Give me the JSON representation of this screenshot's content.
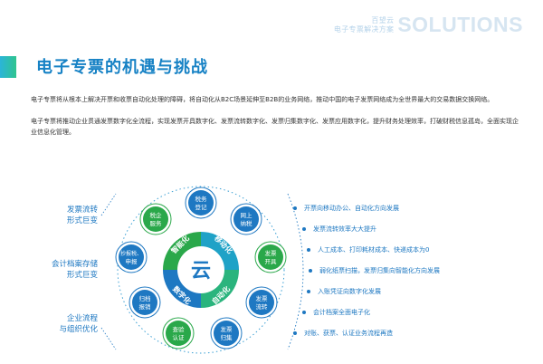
{
  "header": {
    "sub1": "百望云",
    "sub2": "电子专票解决方案",
    "big": "SOLUTIONS"
  },
  "title": "电子专票的机遇与挑战",
  "paragraphs": [
    "电子专票将从根本上解决开票和收票自动化处理的障碍，将自动化从B2C场景延伸至B2B的业务网络，推动中国的电子发票网络成为全世界最大的交易数据交换网络。",
    "电子专票将推动企业贯通发票数字化全流程，实现发票开具数字化、发票流转数字化、发票归集数字化、发票应用数字化，提升财务处理效率，打破财税信息孤岛，全面实现企业信息化管理。"
  ],
  "left_labels": [
    {
      "l1": "发票流转",
      "l2": "形式巨变"
    },
    {
      "l1": "会计档案存储",
      "l2": "形式巨变"
    },
    {
      "l1": "企业流程",
      "l2": "与组织优化"
    }
  ],
  "center": "云",
  "inner_words": [
    "智能化",
    "移动化",
    "数字化",
    "自动化"
  ],
  "nodes": [
    {
      "l1": "税务",
      "l2": "登记",
      "color": "#1e78c2"
    },
    {
      "l1": "网上",
      "l2": "纳税",
      "color": "#1e78c2"
    },
    {
      "l1": "发票",
      "l2": "开具",
      "color": "#2aa84a"
    },
    {
      "l1": "发票",
      "l2": "流转",
      "color": "#1e78c2"
    },
    {
      "l1": "发票",
      "l2": "归集",
      "color": "#1e78c2"
    },
    {
      "l1": "查验",
      "l2": "认证",
      "color": "#2aa84a"
    },
    {
      "l1": "归档",
      "l2": "报销",
      "color": "#1e78c2"
    },
    {
      "l1": "抄报税、",
      "l2": "申报",
      "color": "#1e78c2"
    },
    {
      "l1": "税企",
      "l2": "服务",
      "color": "#2aa84a"
    }
  ],
  "right_items": [
    "开票向移动办公、自动化方向发展",
    "发票流转效率大大提升",
    "人工成本、打印耗材成本、快递成本为0",
    "弱化纸票扫描，发票归集向智能化方向发展",
    "入账凭证向数字化发展",
    "会计档案全面电子化",
    "对账、获票、认证业务流程再造"
  ]
}
